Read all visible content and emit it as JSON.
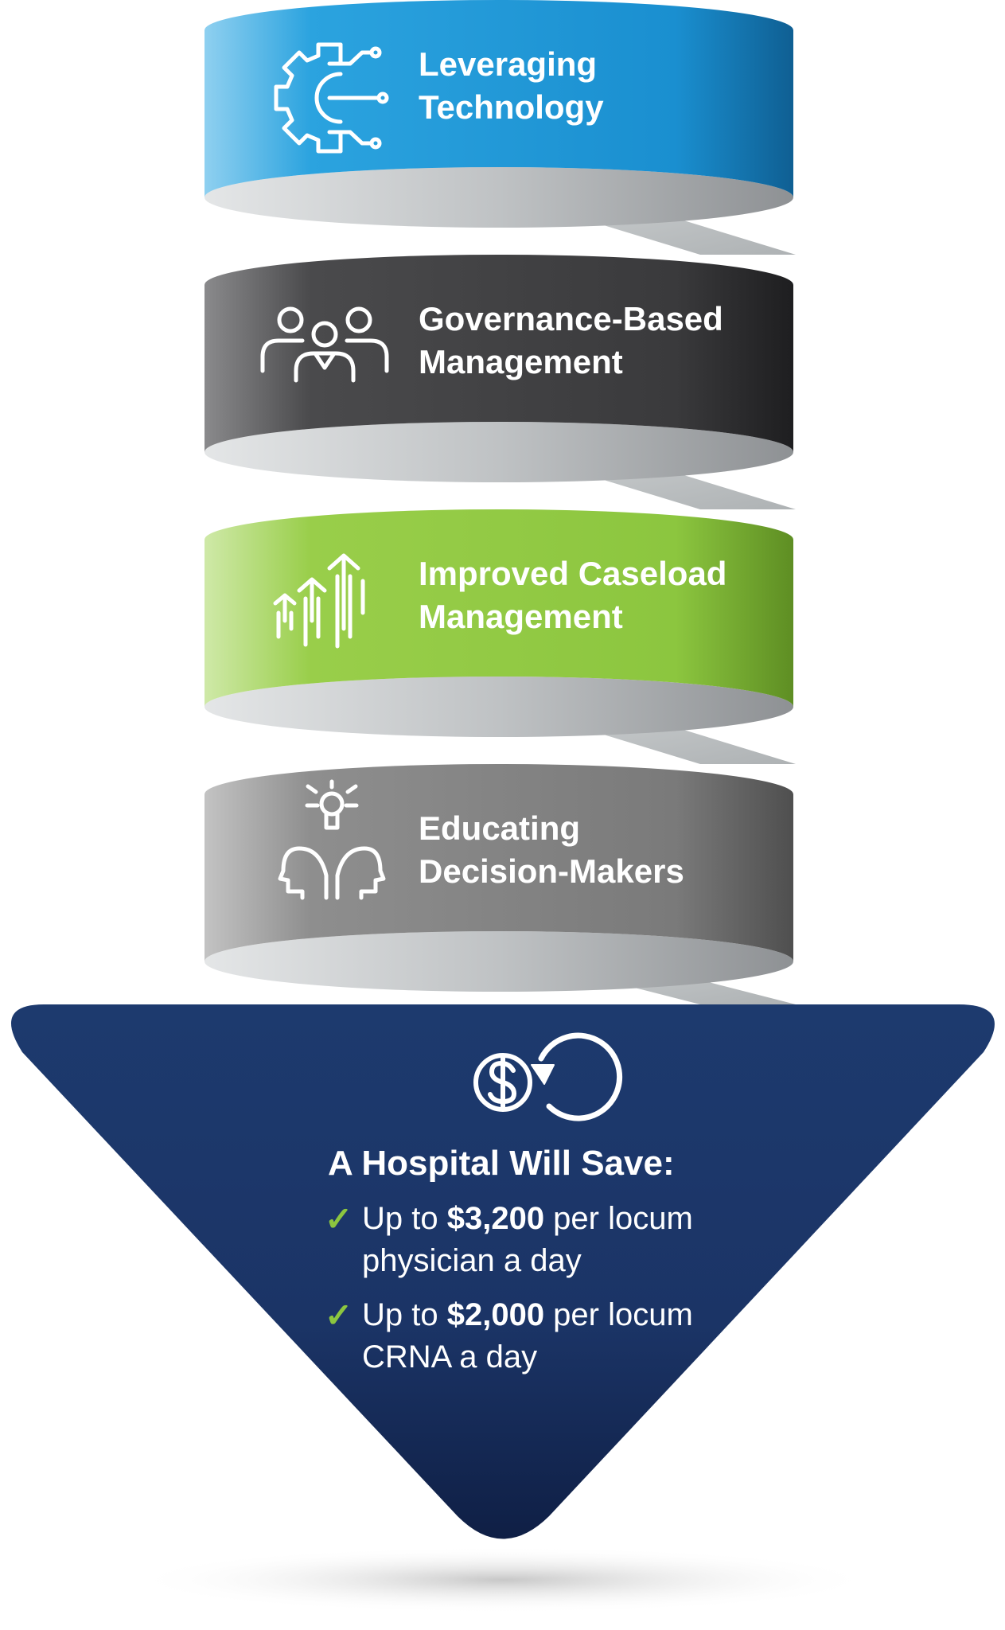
{
  "steps": [
    {
      "line1": "Leveraging",
      "line2": "Technology",
      "icon": "gear-circuit-icon",
      "color": "#1f9bd7"
    },
    {
      "line1": "Governance-Based",
      "line2": "Management",
      "icon": "team-people-icon",
      "color": "#3f3f41"
    },
    {
      "line1": "Improved Caseload",
      "line2": "Management",
      "icon": "rising-arrows-icon",
      "color": "#8dc63f"
    },
    {
      "line1": "Educating",
      "line2": "Decision-Makers",
      "icon": "heads-lightbulb-icon",
      "color": "#7d7d7d"
    }
  ],
  "savings": {
    "icon": "dollar-cycle-icon",
    "title": "A Hospital Will Save:",
    "items": [
      {
        "prefix": "Up to ",
        "amount": "$3,200",
        "suffix": " per locum",
        "line2": "physician a day"
      },
      {
        "prefix": "Up to ",
        "amount": "$2,000",
        "suffix": " per locum",
        "line2": "CRNA a day"
      }
    ],
    "check_color": "#8cc63f",
    "arrow_color": "#1b3466"
  }
}
